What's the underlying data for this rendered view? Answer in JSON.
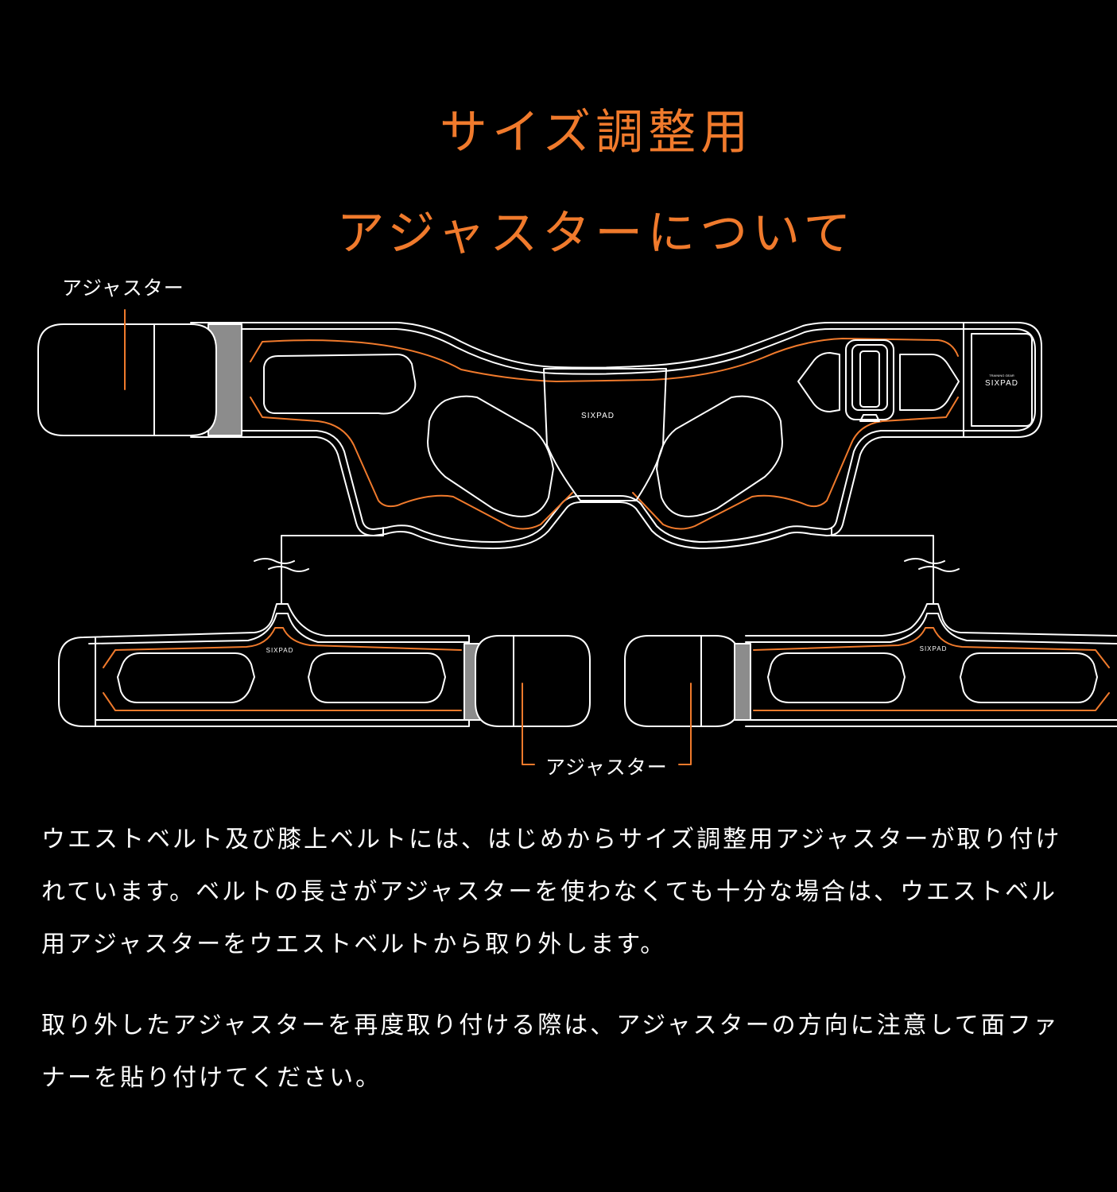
{
  "heading": {
    "line1": "サイズ調整用",
    "line2": "アジャスターについて"
  },
  "diagram": {
    "callout_top": "アジャスター",
    "callout_bottom": "アジャスター",
    "brand_logo": "SIXPAD",
    "brand_small": "TRAINING GEAR",
    "colors": {
      "accent": "#f07a2c",
      "outline": "#ffffff",
      "adjuster_gray": "#8c8c8c",
      "background": "#000000"
    }
  },
  "body": {
    "para1_lines": [
      "ウエストベルト及び膝上ベルトには、はじめからサイズ調整用アジャスターが取り付け",
      "れています。ベルトの長さがアジャスターを使わなくても十分な場合は、ウエストベル",
      "用アジャスターをウエストベルトから取り外します。"
    ],
    "para2_lines": [
      "取り外したアジャスターを再度取り付ける際は、アジャスターの方向に注意して面ファ",
      "ナーを貼り付けてください。"
    ]
  }
}
